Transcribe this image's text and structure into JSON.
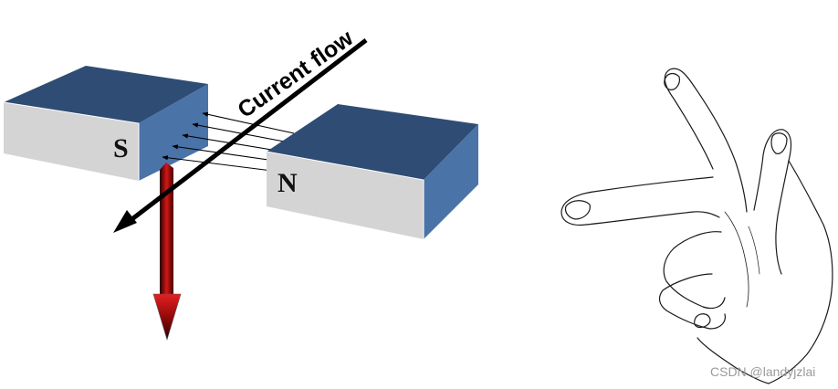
{
  "diagram": {
    "south_pole_label": "S",
    "north_pole_label": "N",
    "current_label": "Current flow",
    "field_line_count": 5
  },
  "watermark": "CSDN @landyjzlai",
  "colors": {
    "magnet_top": "#2f4d74",
    "magnet_side": "#4a73a8",
    "magnet_front": "#d4d4d4",
    "force_arrow_dark": "#3a0000",
    "force_arrow_light": "#d01818",
    "line": "#000000"
  }
}
